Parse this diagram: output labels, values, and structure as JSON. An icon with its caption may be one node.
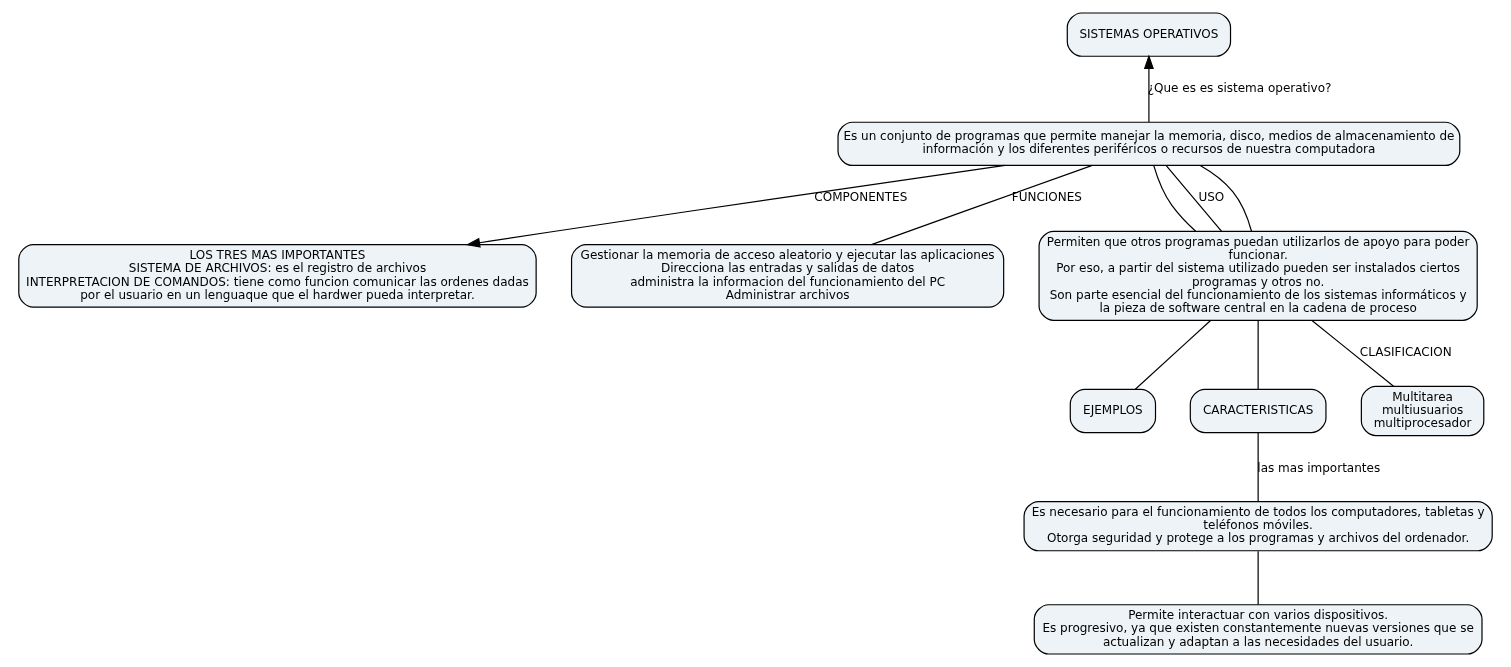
{
  "diagram": {
    "nodes": [
      {
        "text": [
          "SISTEMAS OPERATIVOS"
        ]
      },
      {
        "text": [
          "Es un conjunto de programas que permite manejar la memoria, disco, medios de almacenamiento de información y los diferentes periféricos o recursos de nuestra computadora"
        ]
      },
      {
        "text": [
          "LOS TRES MAS IMPORTANTES",
          "SISTEMA DE ARCHIVOS: es el registro de archivos",
          "INTERPRETACION DE COMANDOS: tiene como funcion comunicar las ordenes dadas por el usuario en un lenguaque que el hardwer pueda interpretar."
        ]
      },
      {
        "text": [
          "Gestionar la memoria de acceso aleatorio y ejecutar las aplicaciones",
          "Direcciona las entradas y salidas de datos",
          "administra la informacion del funcionamiento del PC",
          "Administrar archivos"
        ]
      },
      {
        "text": [
          "Permiten que otros programas puedan utilizarlos de apoyo para poder funcionar.",
          "Por eso, a partir del sistema utilizado pueden ser instalados ciertos programas y otros no.",
          "Son parte esencial del funcionamiento de los sistemas informáticos y la pieza de software central en la cadena de proceso"
        ]
      },
      {
        "text": [
          "EJEMPLOS"
        ]
      },
      {
        "text": [
          "CARACTERISTICAS"
        ]
      },
      {
        "text": [
          "Es necesario para el funcionamiento de todos los computadores, tabletas y teléfonos móviles.",
          "Otorga seguridad y protege a los programas y archivos del ordenador."
        ]
      },
      {
        "text": [
          "Multitarea",
          "multiusuarios",
          "multiprocesador"
        ]
      },
      {
        "text": [
          "Permite interactuar con varios dispositivos.",
          "Es progresivo, ya que existen constantemente nuevas versiones que se actualizan y adaptan a las necesidades del usuario."
        ]
      }
    ],
    "edges": [
      {
        "from": 1,
        "to": 0,
        "arrow": "to",
        "label": "¿Que es es sistema operativo?"
      },
      {
        "from": 1,
        "to": 3,
        "arrow": "none",
        "label": "FUNCIONES"
      },
      {
        "from": 1,
        "to": 4,
        "arrow": "none"
      },
      {
        "from": 1,
        "to": 4,
        "arrow": "none",
        "label": "USO"
      },
      {
        "from": 1,
        "to": 4,
        "arrow": "none"
      },
      {
        "from": 1,
        "to": 2,
        "arrow": "to",
        "label": "COMPONENTES"
      },
      {
        "from": 4,
        "to": 5,
        "arrow": "none"
      },
      {
        "from": 4,
        "to": 8,
        "arrow": "none",
        "label": "CLASIFICACION"
      },
      {
        "from": 4,
        "to": 6,
        "arrow": "none"
      },
      {
        "from": 6,
        "to": 7,
        "arrow": "none",
        "label": "las mas importantes"
      },
      {
        "from": 7,
        "to": 9,
        "arrow": "none"
      }
    ]
  }
}
